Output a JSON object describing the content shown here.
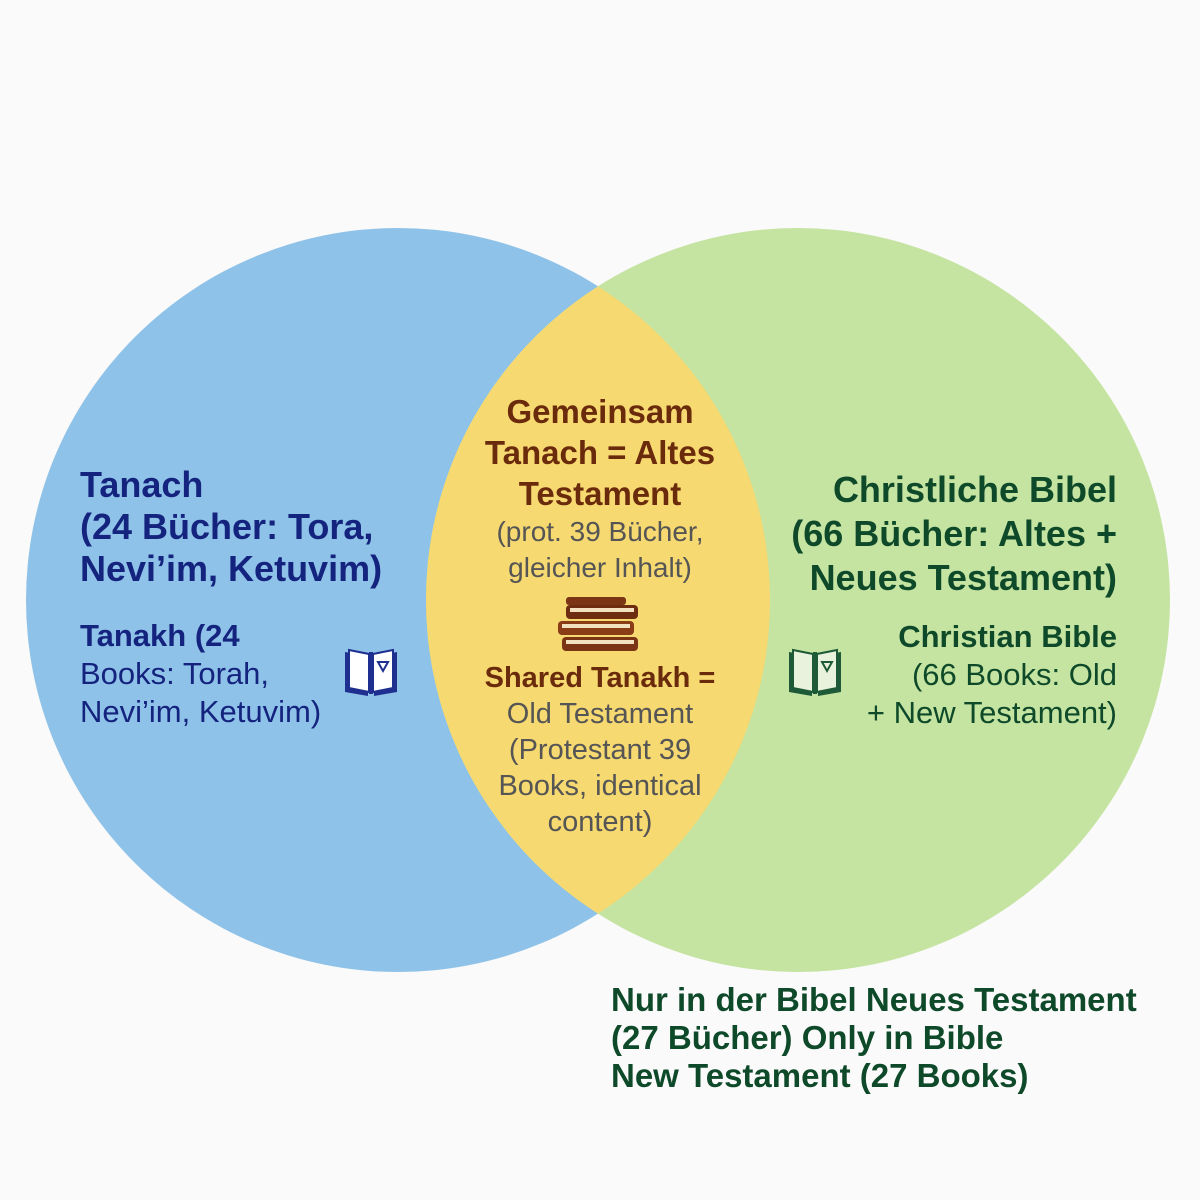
{
  "colors": {
    "tanakh_circle": "#8fc2e8",
    "bible_circle": "#c5e3a1",
    "overlap": "#f6d970",
    "tanakh_text": "#14237e",
    "bible_text": "#0e4a2a",
    "shared_text": "#6a2a0c"
  },
  "left": {
    "de": [
      "Tanach",
      "(24 Bücher: Tora,",
      "Nevi’im, Ketuvim)"
    ],
    "en": [
      "Tanakh (24",
      "Books: Torah,",
      "Nevi’im, Ketuvim)"
    ],
    "icon": "open-book-icon"
  },
  "center": {
    "de_title": [
      "Gemeinsam",
      "Tanach = Altes",
      "Testament"
    ],
    "de_sub": [
      "(prot. 39 Bücher,",
      "gleicher Inhalt)"
    ],
    "icon": "book-stack-icon",
    "en_title": "Shared Tanakh =",
    "en_sub": [
      "Old Testament",
      "(Protestant 39",
      "Books, identical",
      "content)"
    ]
  },
  "right": {
    "de": [
      "Christliche Bibel",
      "(66 Bücher: Altes +",
      "Neues Testament)"
    ],
    "en_title": "Christian Bible",
    "en_sub": [
      "(66 Books: Old",
      "+ New Testament)"
    ],
    "icon": "open-book-icon"
  },
  "bottom_note": [
    "Nur in der Bibel Neues Testament",
    "(27 Bücher) Only in Bible",
    "New Testament (27 Books)"
  ]
}
